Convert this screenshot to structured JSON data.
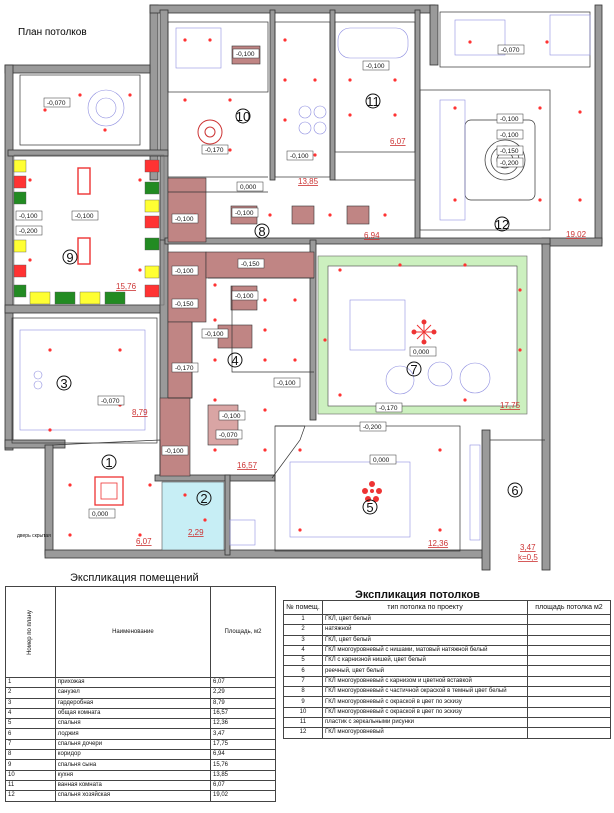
{
  "plan_title": "План потолков",
  "room_numbers": [
    "1",
    "2",
    "3",
    "4",
    "5",
    "6",
    "7",
    "8",
    "9",
    "10",
    "11",
    "12"
  ],
  "areas": {
    "r1": "6,07",
    "r2": "2,29",
    "r3": "8,79",
    "r4": "16,57",
    "r5": "12,36",
    "r6_a": "3,47",
    "r6_b": "k=0,5",
    "r7": "17,75",
    "r8": "6,94",
    "r9": "15,76",
    "r10": "",
    "r11": "6,07",
    "r10b": "13,85",
    "r12": "19,02"
  },
  "levels": {
    "l1": "-0,100",
    "l2": "-0,070",
    "l3": "-0,070",
    "l4": "-0,100",
    "l5": "-0,100",
    "l6": "-0,100",
    "l7": "-0,170",
    "l8": "-0,100",
    "l9": "-0,100",
    "l10": "-0,100",
    "l11": "-0,150",
    "l12": "-0,200",
    "l13": "-0,100",
    "l14": "-0,200",
    "l15": "-0,070",
    "l16": "0,000",
    "l17": "-0,100",
    "l18": "-0,100",
    "l19": "-0,150",
    "l20": "-0,100",
    "l21": "-0,150",
    "l22": "-0,100",
    "l23": "-0,170",
    "l24": "-0,100",
    "l25": "-0,070",
    "l26": "-0,100",
    "l27": "0,000",
    "l28": "-0,070",
    "l29": "-0,100",
    "l30": "0,000",
    "l31": "-0,170",
    "l32": "-0,200",
    "l33": "0,000",
    "l34": "0,000"
  },
  "door_note": "дверь\nскрытая",
  "tables": {
    "rooms": {
      "title": "Экспликация помещений",
      "headers": [
        "Номер по плану",
        "Наименование",
        "Площадь, м2"
      ],
      "rows": [
        [
          "1",
          "прихожая",
          "6,07"
        ],
        [
          "2",
          "санузел",
          "2,29"
        ],
        [
          "3",
          "гардеробная",
          "8,79"
        ],
        [
          "4",
          "общая комната",
          "16,57"
        ],
        [
          "5",
          "спальня",
          "12,36"
        ],
        [
          "6",
          "лоджия",
          "3,47"
        ],
        [
          "7",
          "спальня дочери",
          "17,75"
        ],
        [
          "8",
          "коридор",
          "6,94"
        ],
        [
          "9",
          "спальня сына",
          "15,76"
        ],
        [
          "10",
          "кухня",
          "13,85"
        ],
        [
          "11",
          "ванная комната",
          "6,07"
        ],
        [
          "12",
          "спальня хозяйская",
          "19,02"
        ]
      ]
    },
    "ceilings": {
      "title": "Экспликация потолков",
      "headers": [
        "№ помещ.",
        "тип потолка по проекту",
        "площадь потолка м2"
      ],
      "rows": [
        [
          "1",
          "ГКЛ, цвет белый",
          ""
        ],
        [
          "2",
          "натяжной",
          ""
        ],
        [
          "3",
          "ГКЛ, цвет белый",
          ""
        ],
        [
          "4",
          "ГКЛ многоуровневый с нишами, матовый натяжной белый",
          ""
        ],
        [
          "5",
          "ГКЛ с карнизной нишей, цвет белый",
          ""
        ],
        [
          "6",
          "реечный, цвет белый",
          ""
        ],
        [
          "7",
          "ГКЛ многоуровневый с карнизом и цветной вставкой",
          ""
        ],
        [
          "8",
          "ГКЛ многоуровневый с частичной окраской в темный цвет белый",
          ""
        ],
        [
          "9",
          "ГКЛ многоуровневый с окраской в цвет по эскизу",
          ""
        ],
        [
          "10",
          "ГКЛ многоуровневый с окраской в цвет по эскизу",
          ""
        ],
        [
          "11",
          "пластик с зеркальными рисунки",
          ""
        ],
        [
          "12",
          "ГКЛ многоуровневый",
          ""
        ]
      ]
    }
  },
  "colors": {
    "wall": "#8f8f8f",
    "brick": "#c08584",
    "green": "#ccf0bf",
    "cyan": "#c7eef5",
    "yellow": "#ffff33",
    "red": "#ff3333",
    "plum": "#8b1f2a",
    "lamp": "#f33",
    "furniture": "#8f8fe0"
  }
}
